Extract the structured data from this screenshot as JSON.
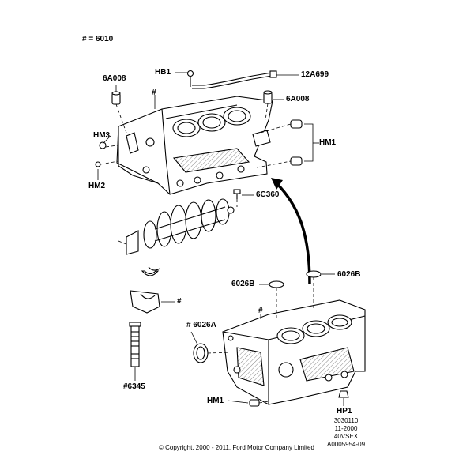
{
  "header": {
    "group_label": "# = 6010"
  },
  "callouts": {
    "hb1": "HB1",
    "harness": "12A699",
    "dowel_left": "6A008",
    "dowel_right": "6A008",
    "hm3": "HM3",
    "hm2": "HM2",
    "hm1": "HM1",
    "bolt": "6C360",
    "plug_left": "6026B",
    "plug_right": "6026B",
    "seal": "# 6026A",
    "cap_ref": "#",
    "stud": "#6345",
    "hm1_lower": "HM1",
    "hp1": "HP1",
    "block_ref": "#"
  },
  "reference": {
    "line1": "3030110",
    "line2": "11-2000",
    "line3": "40VSEX",
    "line4": "A0005954-09"
  },
  "footer": {
    "copyright": "© Copyright, 2000 - 2011, Ford Motor Company Limited"
  }
}
